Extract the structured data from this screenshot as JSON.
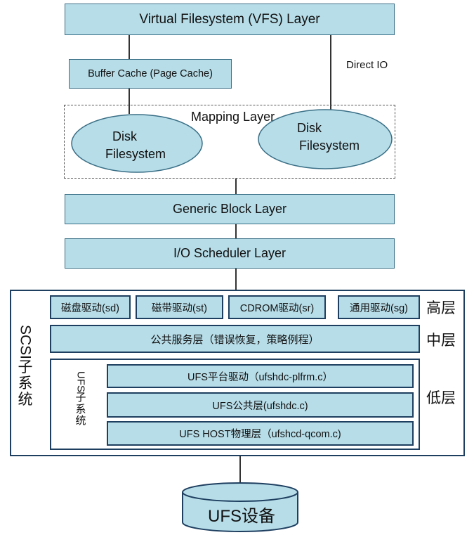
{
  "vfs": "Virtual Filesystem (VFS) Layer",
  "buffer_cache": "Buffer Cache (Page Cache)",
  "direct_io": "Direct IO",
  "mapping_layer": "Mapping Layer",
  "disk_fs_left": [
    "Disk",
    "Filesystem"
  ],
  "disk_fs_right": [
    "Disk",
    "Filesystem"
  ],
  "generic_block": "Generic Block Layer",
  "io_scheduler": "I/O Scheduler Layer",
  "scsi": {
    "title": "SCSI子系统",
    "high": {
      "label": "高层",
      "drivers": [
        "磁盘驱动(sd)",
        "磁带驱动(st)",
        "CDROM驱动(sr)",
        "通用驱动(sg)"
      ]
    },
    "mid": {
      "label": "中层",
      "service": "公共服务层（错误恢复，策略例程）"
    },
    "low": {
      "label": "低层",
      "ufs_title": "UFS子系统",
      "layers": [
        "UFS平台驱动（ufshdc-plfrm.c）",
        "UFS公共层(ufshdc.c)",
        "UFS HOST物理层（ufshcd-qcom.c)"
      ]
    }
  },
  "ufs_device": "UFS设备",
  "colors": {
    "box_fill": "#b7dde8",
    "box_border": "#3a6f86",
    "frame_border": "#1f3f60"
  }
}
